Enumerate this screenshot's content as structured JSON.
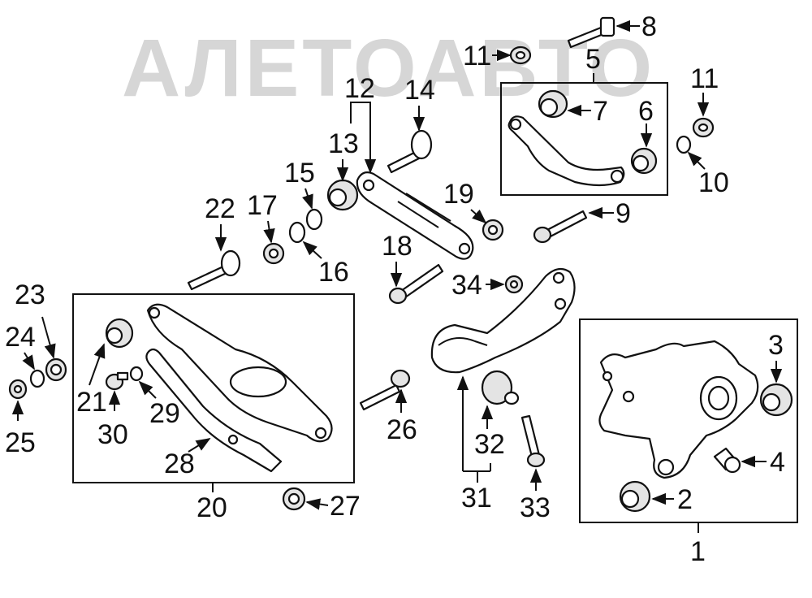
{
  "watermark": "АЛЕТОАВТО",
  "callouts": {
    "c1": "1",
    "c2": "2",
    "c3": "3",
    "c4": "4",
    "c5": "5",
    "c6": "6",
    "c7": "7",
    "c8": "8",
    "c9": "9",
    "c10": "10",
    "c11a": "11",
    "c11b": "11",
    "c12": "12",
    "c13": "13",
    "c14": "14",
    "c15": "15",
    "c16": "16",
    "c17": "17",
    "c18": "18",
    "c19": "19",
    "c20": "20",
    "c21": "21",
    "c22": "22",
    "c23": "23",
    "c24": "24",
    "c25": "25",
    "c26": "26",
    "c27": "27",
    "c28": "28",
    "c29": "29",
    "c30": "30",
    "c31": "31",
    "c32": "32",
    "c33": "33",
    "c34": "34"
  }
}
